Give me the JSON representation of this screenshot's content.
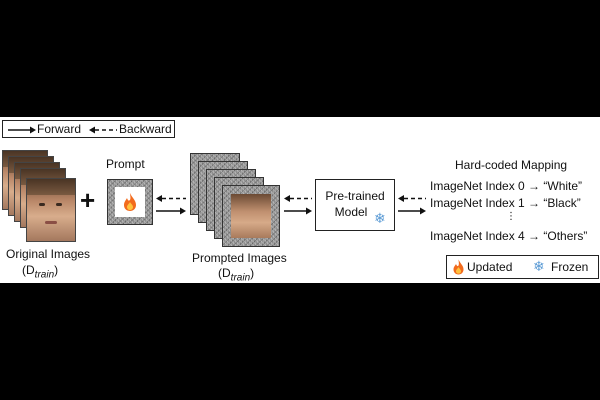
{
  "legend": {
    "forward_label": "Forward",
    "backward_label": "Backward"
  },
  "inputs": {
    "original_images_label": "Original Images",
    "original_images_dataset": "(D",
    "dataset_subscript": "train",
    "dataset_close": ")",
    "plus_symbol": "+",
    "prompt_label": "Prompt"
  },
  "prompted": {
    "label": "Prompted Images",
    "dataset": "(D",
    "subscript": "train",
    "close": ")"
  },
  "model": {
    "line1": "Pre-trained",
    "line2": "Model"
  },
  "mapping": {
    "title": "Hard-coded Mapping",
    "rows": [
      "ImageNet Index 0 → “White”",
      "ImageNet Index 1 → “Black”",
      "⋮",
      "ImageNet Index 4 → “Others”"
    ]
  },
  "key": {
    "updated_label": "Updated",
    "frozen_label": "Frozen"
  },
  "icons": {
    "updated": "flame-icon",
    "frozen": "snowflake-icon"
  },
  "colors": {
    "frozen_icon": "#5b9bd5",
    "flame": "#f26b1d"
  }
}
